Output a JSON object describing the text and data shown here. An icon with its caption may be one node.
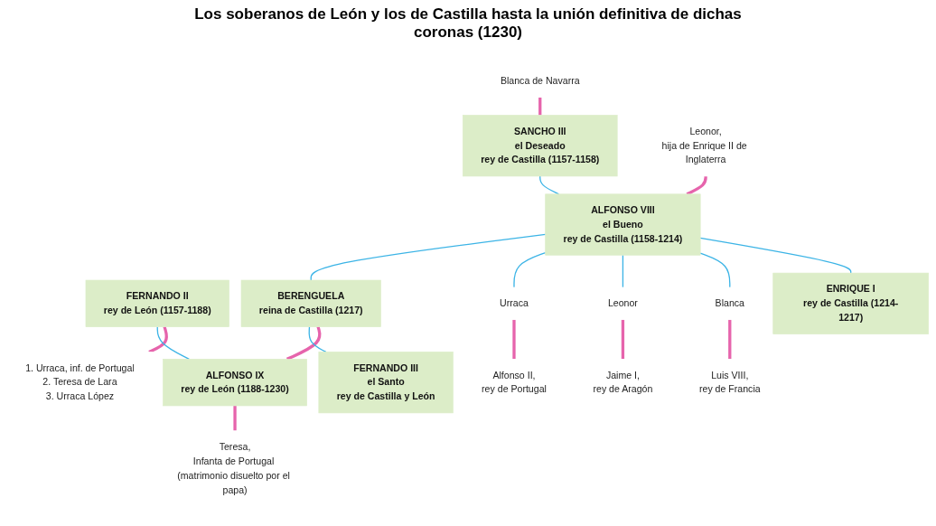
{
  "diagram": {
    "title": "Los soberanos de León y los de Castilla hasta la unión definitiva de dichas coronas (1230)",
    "nodes": [
      {
        "text": [
          "Blanca de Navarra"
        ]
      },
      {
        "text": [
          "SANCHO III",
          "el Deseado",
          "rey de Castilla (1157-1158)"
        ]
      },
      {
        "text": [
          "Leonor,",
          "hija de Enrique II de Inglaterra"
        ]
      },
      {
        "text": [
          "ALFONSO VIII",
          "el Bueno",
          "rey de Castilla (1158-1214)"
        ]
      },
      {
        "text": [
          "FERNANDO II",
          "rey de León (1157-1188)"
        ]
      },
      {
        "text": [
          "1. Urraca, inf. de Portugal",
          "2. Teresa de Lara",
          "3. Urraca López"
        ]
      },
      {
        "text": [
          "ENRIQUE I",
          "rey de Castilla (1214-1217)"
        ]
      },
      {
        "text": [
          "Blanca"
        ]
      },
      {
        "text": [
          "Luis VIII,",
          "rey de Francia"
        ]
      },
      {
        "text": [
          "Urraca"
        ]
      },
      {
        "text": [
          "Alfonso II,",
          "rey de Portugal"
        ]
      },
      {
        "text": [
          "Leonor"
        ]
      },
      {
        "text": [
          "Jaime I,",
          "rey de Aragón"
        ]
      },
      {
        "text": [
          "BERENGUELA",
          "reina de Castilla (1217)"
        ]
      },
      {
        "text": [
          "ALFONSO IX",
          "rey de León (1188-1230)"
        ]
      },
      {
        "text": [
          "Teresa,",
          "Infanta de Portugal (matrimonio disuelto por el papa)"
        ]
      },
      {
        "text": [
          "FERNANDO III",
          "el Santo",
          "rey de Castilla y León"
        ]
      }
    ],
    "edges": [
      {
        "from": 0,
        "to": 1,
        "arrow": "none",
        "style": "thick",
        "color": "#e664ac"
      },
      {
        "from": 1,
        "to": 3,
        "arrow": "none",
        "color": "#3cb4e6"
      },
      {
        "from": 2,
        "to": 3,
        "arrow": "none",
        "style": "thick",
        "color": "#e664ac"
      },
      {
        "from": 3,
        "to": 6,
        "arrow": "none",
        "color": "#3cb4e6"
      },
      {
        "from": 3,
        "to": 7,
        "arrow": "none",
        "color": "#3cb4e6"
      },
      {
        "from": 3,
        "to": 11,
        "arrow": "none",
        "color": "#3cb4e6"
      },
      {
        "from": 3,
        "to": 9,
        "arrow": "none",
        "color": "#3cb4e6"
      },
      {
        "from": 3,
        "to": 13,
        "arrow": "none",
        "color": "#3cb4e6"
      },
      {
        "from": 7,
        "to": 8,
        "arrow": "none",
        "style": "thick",
        "color": "#e664ac"
      },
      {
        "from": 9,
        "to": 10,
        "arrow": "none",
        "style": "thick",
        "color": "#e664ac"
      },
      {
        "from": 11,
        "to": 12,
        "arrow": "none",
        "style": "thick",
        "color": "#e664ac"
      },
      {
        "from": 4,
        "to": 5,
        "arrow": "none",
        "style": "thick",
        "color": "#e664ac"
      },
      {
        "from": 4,
        "to": 14,
        "arrow": "none",
        "color": "#3cb4e6"
      },
      {
        "from": 13,
        "to": 14,
        "arrow": "none",
        "style": "thick",
        "color": "#e664ac"
      },
      {
        "from": 14,
        "to": 15,
        "arrow": "none",
        "style": "thick",
        "color": "#e664ac"
      },
      {
        "from": 13,
        "to": 16,
        "arrow": "none",
        "color": "#3cb4e6"
      }
    ]
  }
}
